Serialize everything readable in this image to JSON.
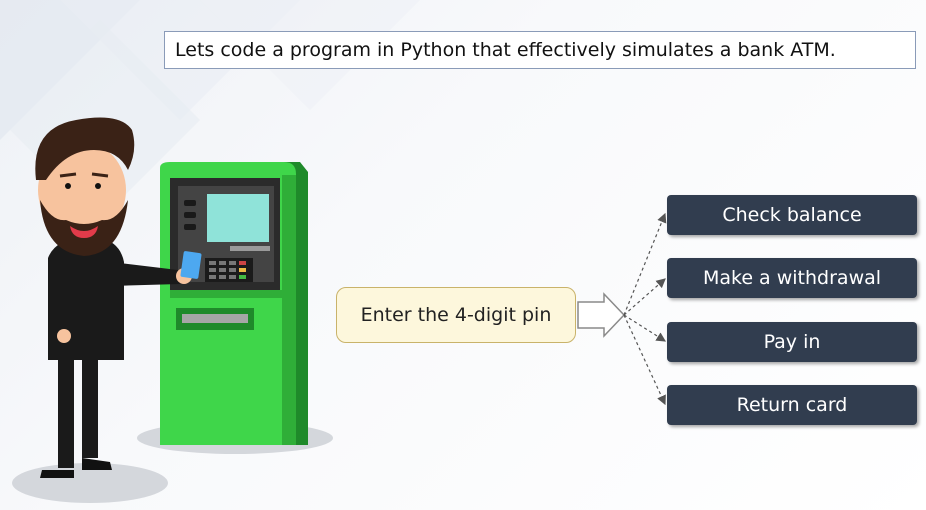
{
  "title": "Lets code a program in Python that effectively simulates a bank ATM.",
  "start_step": "Enter the 4-digit pin",
  "options": [
    "Check balance",
    "Make a withdrawal",
    "Pay in",
    "Return card"
  ],
  "colors": {
    "option_bg": "#313d4f",
    "pin_bg": "#fdf7dc",
    "atm_green": "#3fd64a",
    "atm_dark_green": "#1f8a2a"
  },
  "illustration": {
    "person": "man-with-beard-icon",
    "machine": "atm-machine-icon",
    "card": "bank-card-icon"
  }
}
